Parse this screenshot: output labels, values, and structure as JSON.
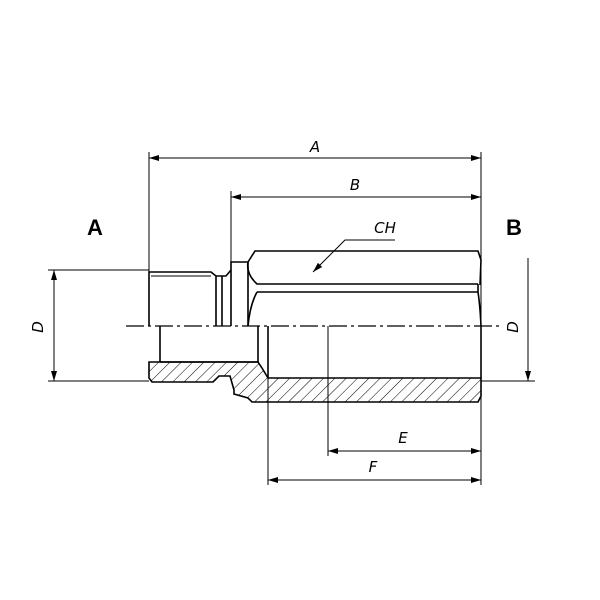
{
  "side_labels": {
    "left": "A",
    "right": "B"
  },
  "dimensions": {
    "A": "A",
    "B": "B",
    "CH": "CH",
    "D_left": "D",
    "D_right": "D",
    "E": "E",
    "F": "F"
  },
  "colors": {
    "line": "#000000",
    "background": "#ffffff"
  }
}
